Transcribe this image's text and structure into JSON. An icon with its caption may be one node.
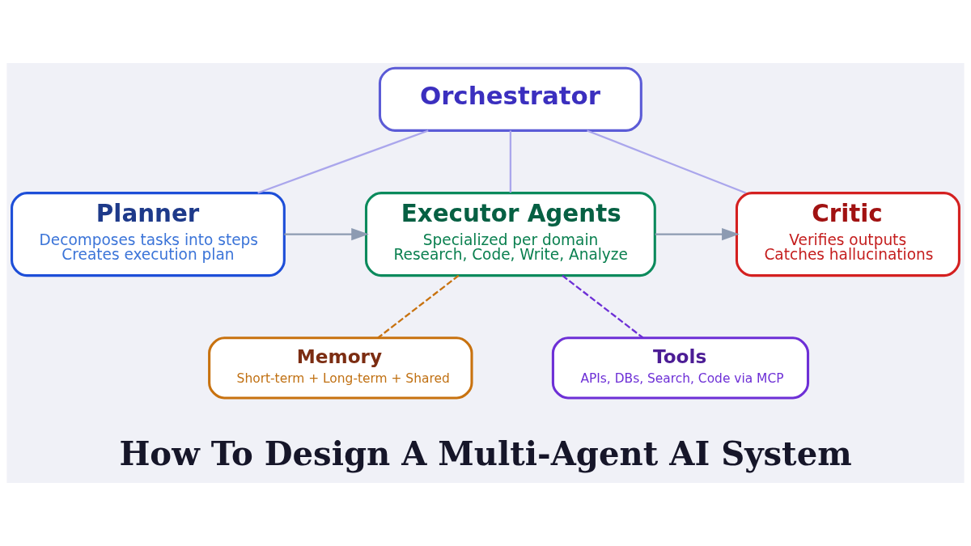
{
  "diagram": {
    "title": "How To Design A Multi-Agent AI System",
    "nodes": [
      {
        "text": [
          "Orchestrator"
        ]
      },
      {
        "text": [
          "Planner",
          "Decomposes tasks into steps",
          "Creates execution plan"
        ]
      },
      {
        "text": [
          "Executor Agents",
          "Specialized per domain",
          "Research, Code, Write, Analyze"
        ]
      },
      {
        "text": [
          "Critic",
          "Verifies outputs",
          "Catches hallucinations"
        ]
      },
      {
        "text": [
          "Memory",
          "Short-term + Long-term + Shared"
        ]
      },
      {
        "text": [
          "Tools",
          "APIs, DBs, Search, Code via MCP"
        ]
      }
    ],
    "edges": [
      {
        "from": 0,
        "to": 1,
        "arrow": "none",
        "color": "#aaa6ec"
      },
      {
        "from": 0,
        "to": 2,
        "arrow": "none",
        "color": "#aaa6ec"
      },
      {
        "from": 0,
        "to": 3,
        "arrow": "none",
        "color": "#aaa6ec"
      },
      {
        "from": 1,
        "to": 2,
        "arrow": "to",
        "color": "#8d9bb2"
      },
      {
        "from": 2,
        "to": 3,
        "arrow": "to",
        "color": "#8d9bb2"
      },
      {
        "from": 2,
        "to": 4,
        "arrow": "none",
        "style": "dashed",
        "color": "#c8720f"
      },
      {
        "from": 2,
        "to": 5,
        "arrow": "none",
        "style": "dashed",
        "color": "#6d2fd6"
      }
    ]
  }
}
